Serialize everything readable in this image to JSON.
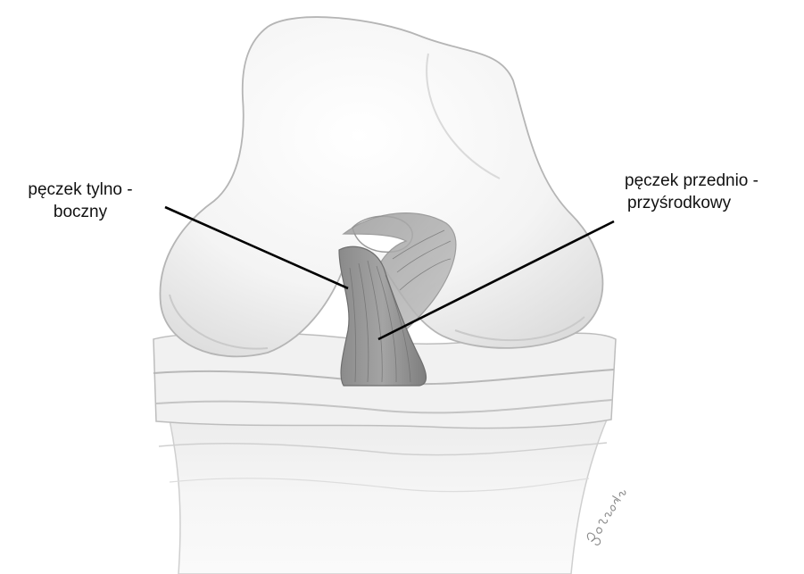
{
  "labels": {
    "posterolateral": {
      "line1": "pęczek tylno -",
      "line2": "boczny"
    },
    "anteromedial": {
      "line1": "pęczek przednio -",
      "line2": "przyśrodkowy"
    }
  }
}
